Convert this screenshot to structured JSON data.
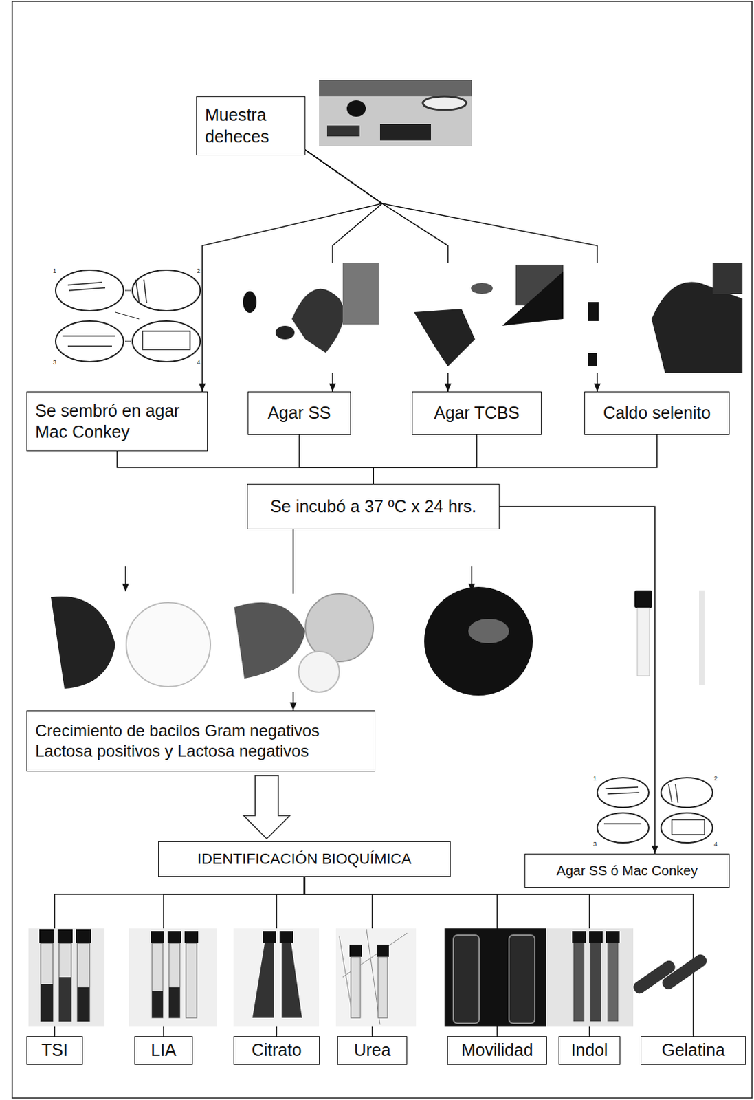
{
  "diagram": {
    "nodes": [
      {
        "text": [
          "Muestra deheces"
        ]
      },
      {
        "text": [
          "Se sembró en agar Mac Conkey"
        ]
      },
      {
        "text": [
          "Agar SS"
        ]
      },
      {
        "text": [
          "Agar TCBS"
        ]
      },
      {
        "text": [
          "Caldo selenito"
        ]
      },
      {
        "text": [
          "Se incubó a 37 ºC x 24 hrs."
        ]
      },
      {
        "text": [
          "Crecimiento de bacilos Gram negativos Lactosa positivos y Lactosa negativos"
        ]
      },
      {
        "text": [
          "IDENTIFICACIÓN BIOQUÍMICA"
        ]
      },
      {
        "text": [
          "Agar SS ó Mac Conkey"
        ]
      },
      {
        "text": [
          "TSI"
        ]
      },
      {
        "text": [
          "LIA"
        ]
      },
      {
        "text": [
          "Citrato"
        ]
      },
      {
        "text": [
          "Urea"
        ]
      },
      {
        "text": [
          "Movilidad"
        ]
      },
      {
        "text": [
          "Indol"
        ]
      },
      {
        "text": [
          "Gelatina"
        ]
      }
    ],
    "edges": [
      {
        "from": 0,
        "to": 1,
        "arrow": "to"
      },
      {
        "from": 0,
        "to": 2,
        "arrow": "to"
      },
      {
        "from": 0,
        "to": 3,
        "arrow": "to"
      },
      {
        "from": 0,
        "to": 4,
        "arrow": "to"
      },
      {
        "from": 1,
        "to": 5,
        "arrow": "none"
      },
      {
        "from": 2,
        "to": 5,
        "arrow": "none"
      },
      {
        "from": 3,
        "to": 5,
        "arrow": "none"
      },
      {
        "from": 4,
        "to": 5,
        "arrow": "none"
      },
      {
        "from": 5,
        "to": 6,
        "arrow": "to"
      },
      {
        "from": 5,
        "to": 8,
        "arrow": "to"
      },
      {
        "from": 6,
        "to": 7,
        "arrow": "to"
      },
      {
        "from": 7,
        "to": 9,
        "arrow": "none"
      },
      {
        "from": 7,
        "to": 10,
        "arrow": "none"
      },
      {
        "from": 7,
        "to": 11,
        "arrow": "none"
      },
      {
        "from": 7,
        "to": 12,
        "arrow": "none"
      },
      {
        "from": 7,
        "to": 13,
        "arrow": "none"
      },
      {
        "from": 7,
        "to": 14,
        "arrow": "none"
      },
      {
        "from": 7,
        "to": 15,
        "arrow": "none"
      }
    ],
    "labels": [
      "1",
      "2",
      "3",
      "4",
      "1",
      "2",
      "3",
      "4"
    ]
  }
}
